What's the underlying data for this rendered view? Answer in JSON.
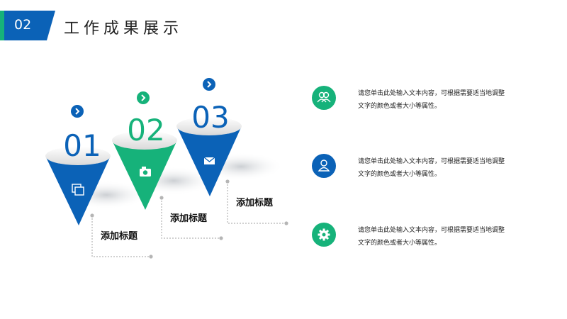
{
  "header": {
    "number": "02",
    "title": "工作成果展示"
  },
  "steps": [
    {
      "number": "01",
      "label": "添加标题",
      "icon": "photo-icon",
      "color": "#0b62b7"
    },
    {
      "number": "02",
      "label": "添加标题",
      "icon": "camera-icon",
      "color": "#16b27a"
    },
    {
      "number": "03",
      "label": "添加标题",
      "icon": "mail-icon",
      "color": "#0b62b7"
    }
  ],
  "items": [
    {
      "icon": "users-icon",
      "color": "#16b27a",
      "text": "请您单击此处输入文本内容，可根据需要适当地调整文字的颜色或者大小等属性。"
    },
    {
      "icon": "user-icon",
      "color": "#0b62b7",
      "text": "请您单击此处输入文本内容，可根据需要适当地调整文字的颜色或者大小等属性。"
    },
    {
      "icon": "gear-icon",
      "color": "#16b27a",
      "text": "请您单击此处输入文本内容，可根据需要适当地调整文字的颜色或者大小等属性。"
    }
  ],
  "colors": {
    "blue": "#0b62b7",
    "green": "#16b27a"
  }
}
